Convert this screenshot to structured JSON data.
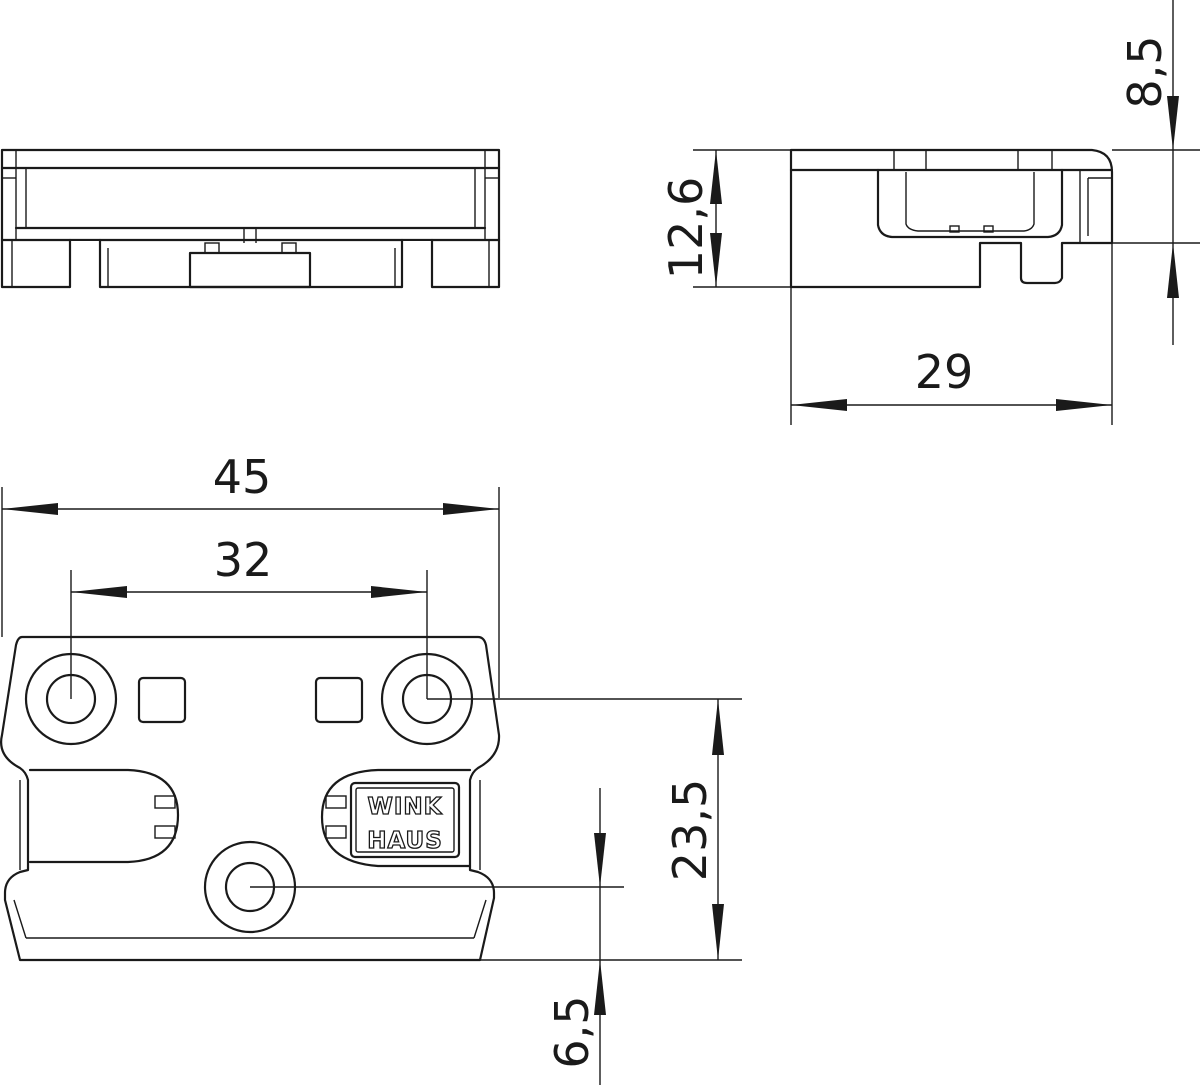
{
  "dimensions": {
    "top_right_height": "8,5",
    "side_height": "12,6",
    "side_width": "29",
    "overall_width": "45",
    "hole_spacing": "32",
    "hole_height": "23,5",
    "lower_hole_offset": "6,5"
  },
  "logo": {
    "line1": "WINK",
    "line2": "HAUS"
  }
}
